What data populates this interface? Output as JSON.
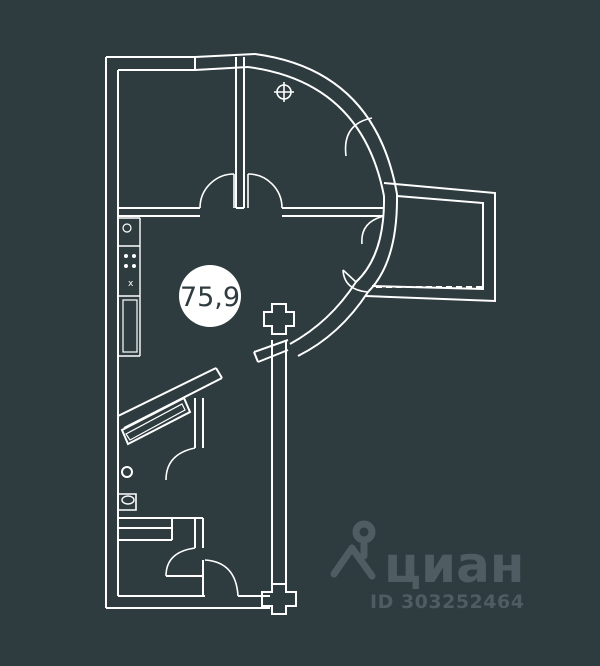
{
  "plan": {
    "area_label": "75,9"
  },
  "watermark": {
    "brand": "циан",
    "listing_id": "ID 303252464"
  },
  "colors": {
    "background": "#2e3b3f",
    "lines": "#ffffff",
    "watermark": "#4f5c61"
  },
  "icons": {
    "logo": "map-pin-icon",
    "ceiling_light": "lamp-icon"
  }
}
